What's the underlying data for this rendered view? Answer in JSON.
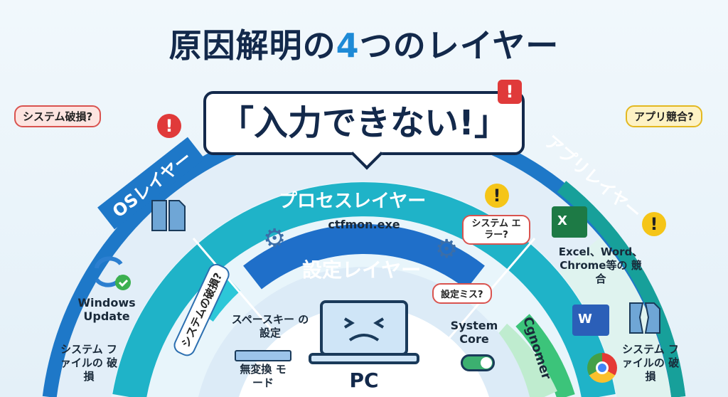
{
  "title": {
    "prefix": "原因解明の",
    "number": "4",
    "suffix": "つのレイヤー"
  },
  "speech": "「入力できない!」",
  "layers": {
    "os": {
      "label": "OSレイヤー",
      "tag": "システム破損?",
      "items": [
        "Windows Update",
        "システム ファイルの 破損"
      ]
    },
    "process": {
      "label": "プロセスレイヤー",
      "exe": "ctfmon.exe",
      "tag": "システム エラー?"
    },
    "setting": {
      "label": "設定レイヤー",
      "tag": "設定ミス?",
      "items": [
        "スペースキー の設定",
        "無変換 モード",
        "System Core"
      ],
      "bubble": "システムの破損?"
    },
    "app": {
      "label": "アプリレイヤー",
      "tag": "アプリ競合?",
      "ring": "Cgnomer",
      "items": [
        "Excel、Word、 Chrome等の 競合",
        "システム ファイルの 破損"
      ]
    }
  },
  "center": "PC",
  "icons": {
    "excel": "X",
    "word": "W",
    "warning": "!"
  },
  "colors": {
    "os": "#1e78c8",
    "process": "#1fb3c8",
    "setting": "#1f6fc9",
    "app": "#17a09a",
    "green": "#3cc47a",
    "navy": "#13294b",
    "red": "#e03a3a",
    "yellow": "#f5c518"
  }
}
